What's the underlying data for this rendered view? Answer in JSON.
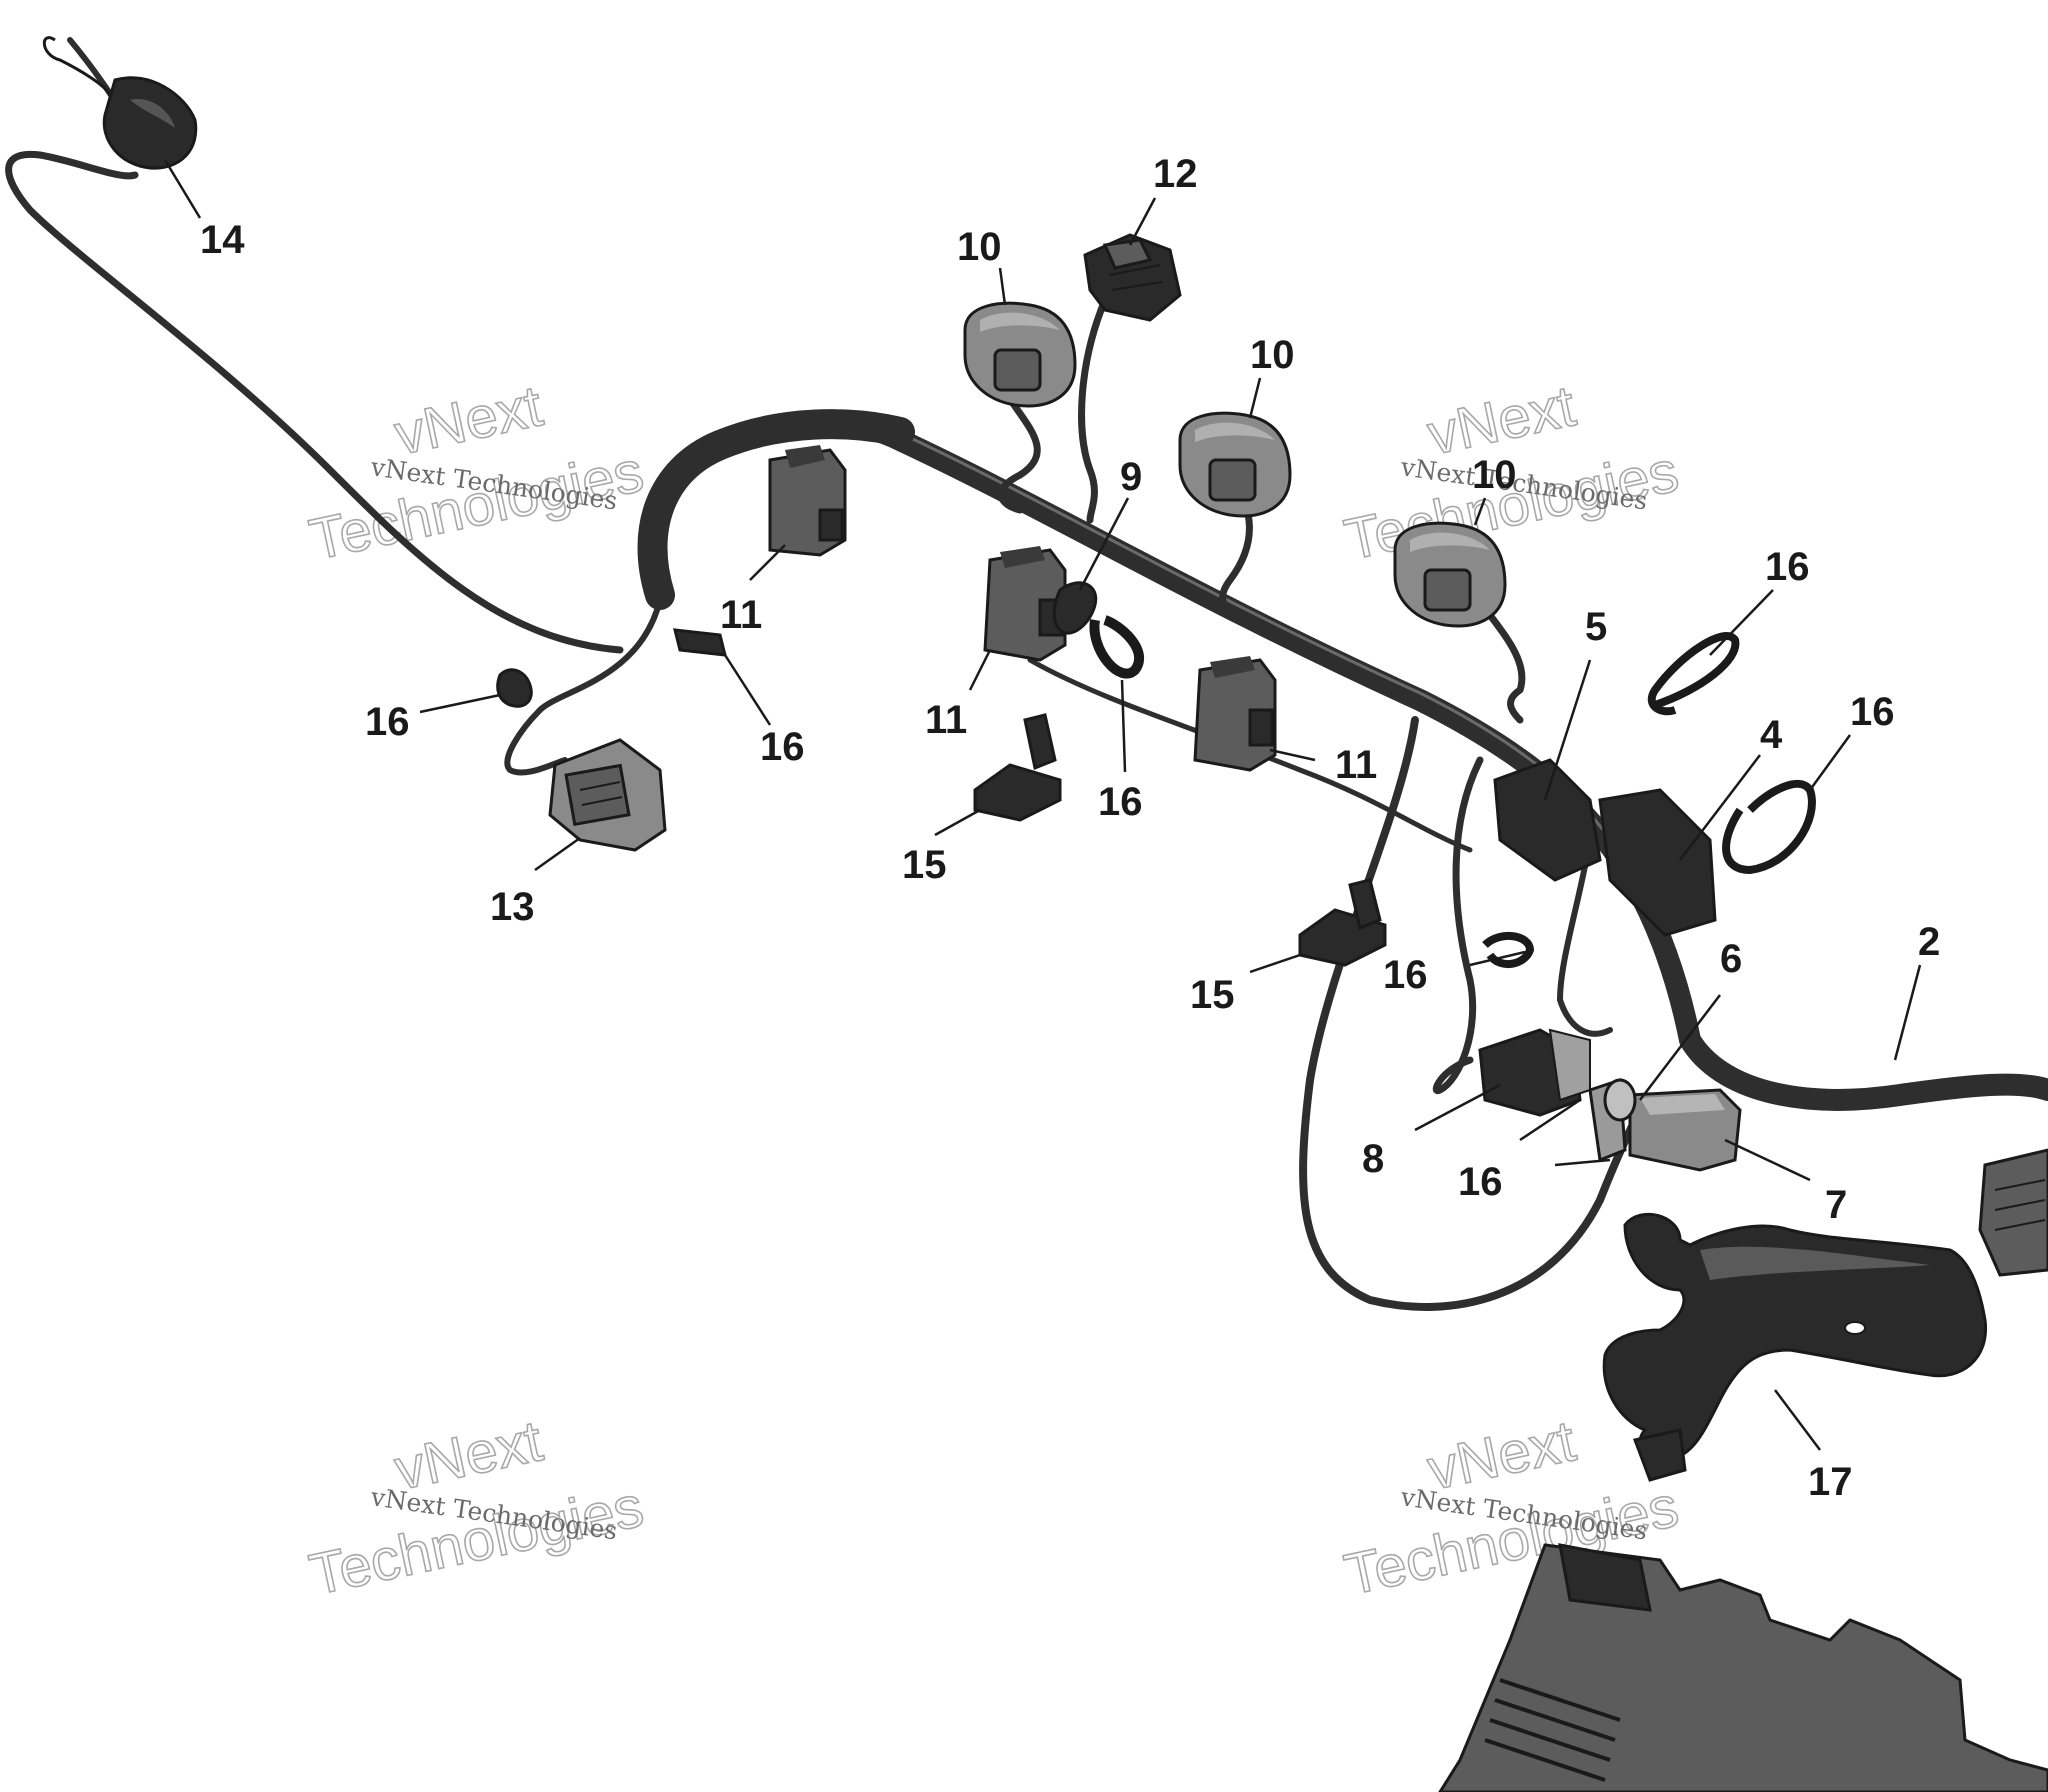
{
  "callouts": [
    {
      "id": "c14",
      "label": "14"
    },
    {
      "id": "c12",
      "label": "12"
    },
    {
      "id": "c10a",
      "label": "10"
    },
    {
      "id": "c10b",
      "label": "10"
    },
    {
      "id": "c10c",
      "label": "10"
    },
    {
      "id": "c9",
      "label": "9"
    },
    {
      "id": "c11a",
      "label": "11"
    },
    {
      "id": "c11b",
      "label": "11"
    },
    {
      "id": "c11c",
      "label": "11"
    },
    {
      "id": "c16a",
      "label": "16"
    },
    {
      "id": "c16b",
      "label": "16"
    },
    {
      "id": "c16c",
      "label": "16"
    },
    {
      "id": "c16d",
      "label": "16"
    },
    {
      "id": "c16e",
      "label": "16"
    },
    {
      "id": "c16f",
      "label": "16"
    },
    {
      "id": "c16g",
      "label": "16"
    },
    {
      "id": "c13",
      "label": "13"
    },
    {
      "id": "c15a",
      "label": "15"
    },
    {
      "id": "c15b",
      "label": "15"
    },
    {
      "id": "c5",
      "label": "5"
    },
    {
      "id": "c4",
      "label": "4"
    },
    {
      "id": "c2",
      "label": "2"
    },
    {
      "id": "c6",
      "label": "6"
    },
    {
      "id": "c8",
      "label": "8"
    },
    {
      "id": "c7",
      "label": "7"
    },
    {
      "id": "c17",
      "label": "17"
    }
  ],
  "watermark": {
    "brand": "vNext",
    "word": "Technologies",
    "full": "vNext Technologies"
  }
}
